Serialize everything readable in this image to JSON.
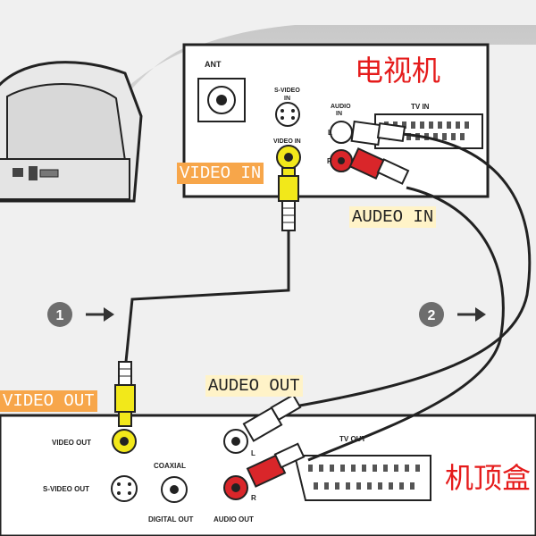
{
  "tv": {
    "name": "电视机",
    "ant_label": "ANT",
    "svideo_label": "S-VIDEO",
    "svideo_sub": "IN",
    "videoin_small": "VIDEO IN",
    "audio_label": "AUDIO",
    "audio_sub": "IN",
    "l_label": "L",
    "r_label": "R",
    "tvin_label": "TV IN"
  },
  "box": {
    "name": "机顶盒",
    "video_out": "VIDEO OUT",
    "svideo_out": "S-VIDEO OUT",
    "coaxial": "COAXIAL",
    "digital_out": "DIGITAL OUT",
    "audio_out": "AUDIO OUT",
    "tv_out": "TV OUT",
    "l_label": "L",
    "r_label": "R"
  },
  "tags": {
    "video_in": "VIDEO IN",
    "audeo_in": "AUDEO IN",
    "video_out": "VIDEO OUT",
    "audeo_out": "AUDEO OUT"
  },
  "steps": {
    "step1": "1",
    "step2": "2"
  },
  "colors": {
    "video_plug": "#f2e81a",
    "audio_right_plug": "#d9262a",
    "audio_left_plug": "#ffffff",
    "label_highlight": "#f7a64a",
    "label_pale": "#fff3c8",
    "chinese_text": "#e51b1b"
  }
}
